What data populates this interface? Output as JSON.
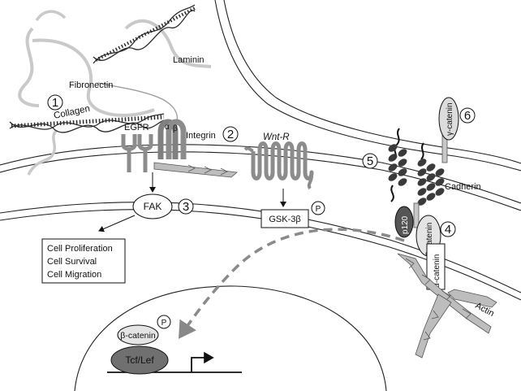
{
  "labels": {
    "collagen": "Collagen",
    "fibronectin": "Fibronectin",
    "laminin": "Laminin",
    "egfr": "EGFR",
    "alpha": "α",
    "beta": "β",
    "integrin": "Integrin",
    "wnt_r": "Wnt-R",
    "gsk3b": "GSK-3β",
    "fak": "FAK",
    "p": "P",
    "cadherin": "Cadherin",
    "gamma_catenin": "γ-catenin",
    "p120": "p120",
    "beta_catenin": "β-catenin",
    "alpha_catenin": "α-catenin",
    "actin": "Actin",
    "tcf_lef": "Tcf/Lef"
  },
  "numbers": {
    "n1": "1",
    "n2": "2",
    "n3": "3",
    "n4": "4",
    "n5": "5",
    "n6": "6"
  },
  "outcomes": [
    "Cell Proliferation",
    "Cell Survival",
    "Cell Migration"
  ],
  "colors": {
    "receptor_gray": "#8c8c8c",
    "dark_oval": "#3a3a3a",
    "light_fill": "#dcdcdc",
    "fiber_gray": "#c9c9c9",
    "dna_dark": "#2a2a2a",
    "actin_fill": "#bdbdbd"
  }
}
